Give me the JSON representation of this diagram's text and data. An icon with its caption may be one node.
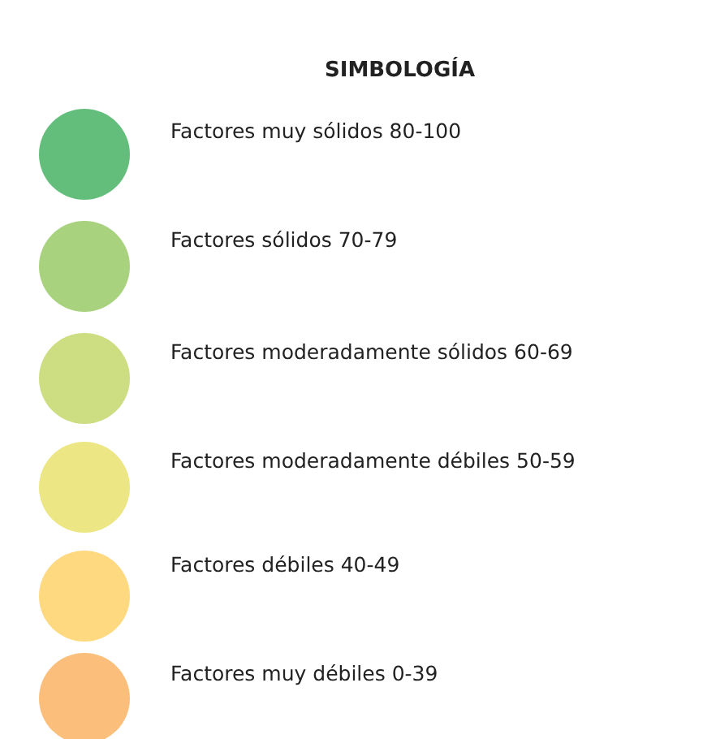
{
  "diagram": {
    "title": "SIMBOLOGÍA",
    "legend": [
      {
        "text": "Factores muy sólidos 80-100",
        "color": "#63be7b"
      },
      {
        "text": "Factores sólidos 70-79",
        "color": "#a9d27f"
      },
      {
        "text": "Factores moderadamente sólidos 60-69",
        "color": "#cddd82"
      },
      {
        "text": "Factores moderadamente débiles 50-59",
        "color": "#ece784"
      },
      {
        "text": "Factores débiles 40-49",
        "color": "#fed980"
      },
      {
        "text": "Factores muy débiles 0-39",
        "color": "#fbbe7b"
      }
    ]
  }
}
